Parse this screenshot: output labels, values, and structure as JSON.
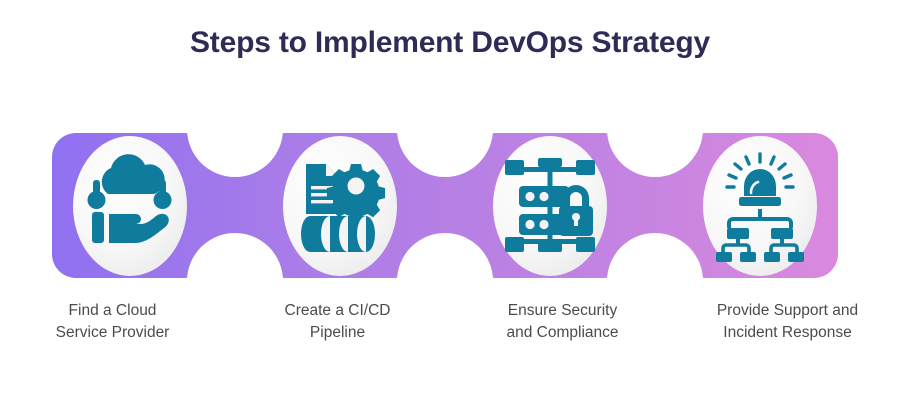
{
  "header": {
    "title": "Steps to Implement DevOps Strategy"
  },
  "theme": {
    "title_color": "#2e2c56",
    "caption_color": "#4b4b4b",
    "icon_color": "#0f7c9e",
    "circle_fill": "#f2f2f2",
    "background": "#ffffff",
    "band_gradient_start": "#8a6ef2",
    "band_gradient_mid1": "#a97ce8",
    "band_gradient_mid2": "#c283e2",
    "band_gradient_end": "#e08ade"
  },
  "steps": [
    {
      "index": "1",
      "icon": "cloud-in-hand-icon",
      "label": "Find a Cloud\nService Provider",
      "panel_color": "#8a6ef2"
    },
    {
      "index": "2",
      "icon": "document-gear-database-icon",
      "label": "Create a CI/CD\nPipeline",
      "panel_color": "#a97ce8"
    },
    {
      "index": "3",
      "icon": "network-lock-icon",
      "label": "Ensure Security\nand Compliance",
      "panel_color": "#c283e2"
    },
    {
      "index": "4",
      "icon": "alarm-siren-org-chart-icon",
      "label": "Provide Support and\nIncident Response",
      "panel_color": "#e08ade"
    }
  ]
}
